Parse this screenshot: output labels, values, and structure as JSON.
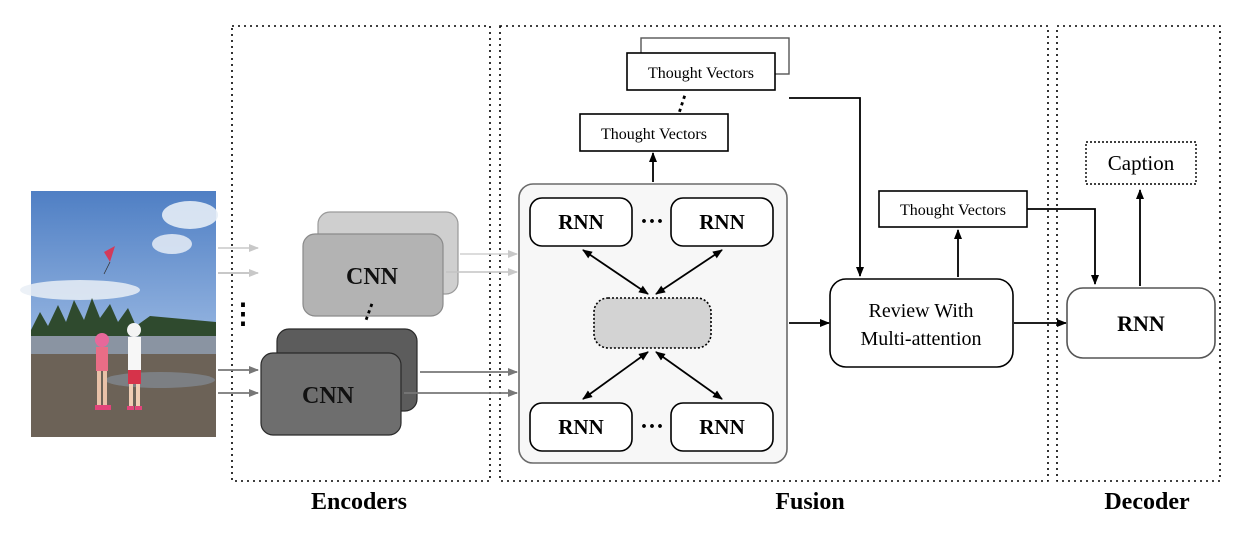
{
  "sections": {
    "encoders_label": "Encoders",
    "fusion_label": "Fusion",
    "decoder_label": "Decoder"
  },
  "encoder": {
    "cnn_back_label": "CNN",
    "cnn_front_label": "CNN",
    "ellipsis": "⋮"
  },
  "fusion": {
    "rnn_top_left": "RNN",
    "rnn_top_right": "RNN",
    "rnn_bottom_left": "RNN",
    "rnn_bottom_right": "RNN",
    "dots_top": "···",
    "dots_bottom": "···",
    "thought_vectors_top": "Thought Vectors",
    "thought_vectors_mid": "Thought Vectors",
    "review_line1": "Review With",
    "review_line2": "Multi-attention",
    "thought_vectors_review": "Thought Vectors"
  },
  "decoder": {
    "caption_label": "Caption",
    "rnn_label": "RNN"
  },
  "colors": {
    "cnn_back": "#b3b3b3",
    "cnn_front": "#6e6e6e",
    "hidden_node": "#d3d3d3",
    "sky": "#5b86c6",
    "ground": "#6c6257"
  }
}
